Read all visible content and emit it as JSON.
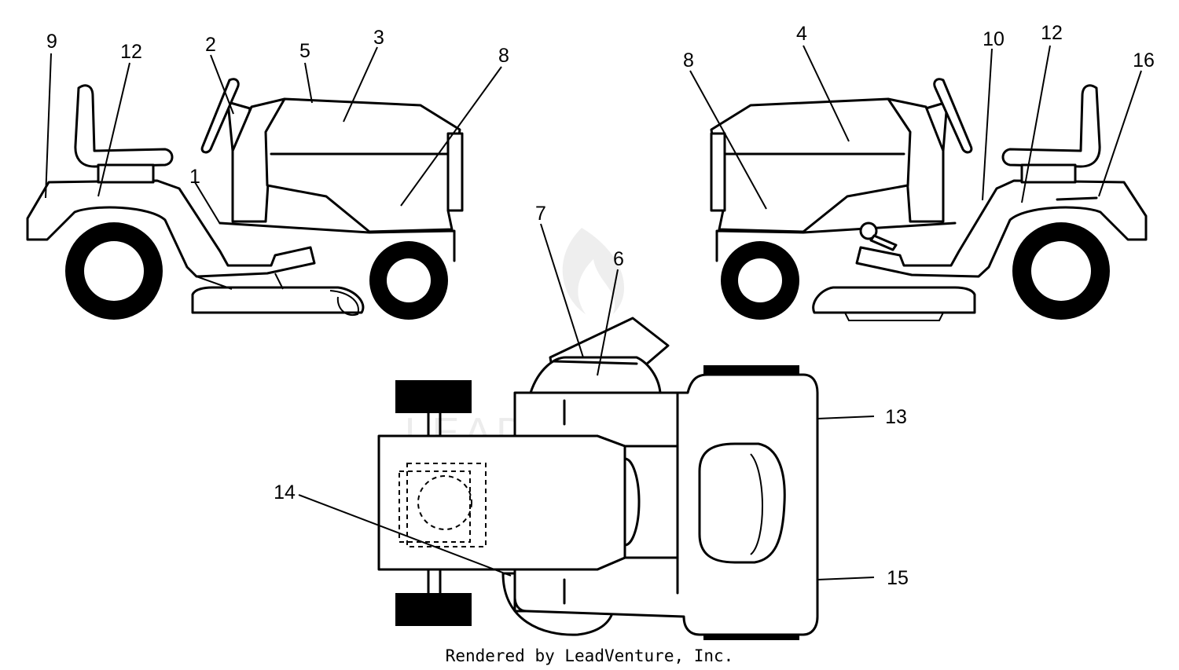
{
  "diagram": {
    "callouts": [
      {
        "id": "c9",
        "label": "9"
      },
      {
        "id": "c12a",
        "label": "12"
      },
      {
        "id": "c2",
        "label": "2"
      },
      {
        "id": "c5",
        "label": "5"
      },
      {
        "id": "c3",
        "label": "3"
      },
      {
        "id": "c8a",
        "label": "8"
      },
      {
        "id": "c1",
        "label": "1"
      },
      {
        "id": "c8b",
        "label": "8"
      },
      {
        "id": "c4",
        "label": "4"
      },
      {
        "id": "c10",
        "label": "10"
      },
      {
        "id": "c12b",
        "label": "12"
      },
      {
        "id": "c16",
        "label": "16"
      },
      {
        "id": "c7",
        "label": "7"
      },
      {
        "id": "c6",
        "label": "6"
      },
      {
        "id": "c13",
        "label": "13"
      },
      {
        "id": "c14",
        "label": "14"
      },
      {
        "id": "c15",
        "label": "15"
      }
    ],
    "watermark": "LEADVENTURE",
    "footer": "Rendered by LeadVenture, Inc."
  }
}
